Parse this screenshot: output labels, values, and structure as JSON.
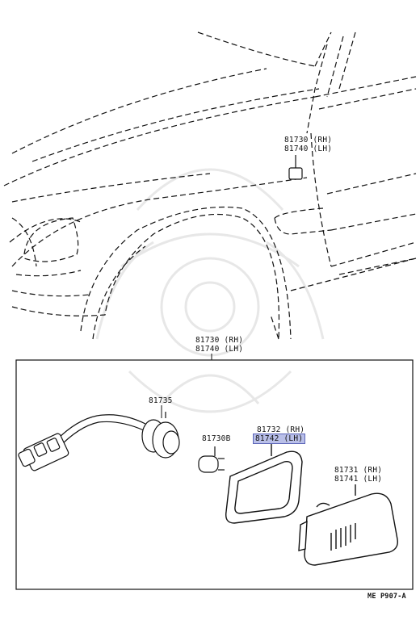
{
  "labels": {
    "lamp_upper_rh": "81730 (RH)",
    "lamp_upper_lh": "81740 (LH)",
    "assy_rh": "81730 (RH)",
    "assy_lh": "81740 (LH)",
    "socket": "81735",
    "bulb": "81730B",
    "gasket_rh": "81732 (RH)",
    "gasket_lh": "81742 (LH)",
    "lens_rh": "81731 (RH)",
    "lens_lh": "81741 (LH)",
    "figure_code": "ME P907-A"
  },
  "highlight": {
    "part": "81742 (LH)",
    "color": "#b9bfe8"
  }
}
